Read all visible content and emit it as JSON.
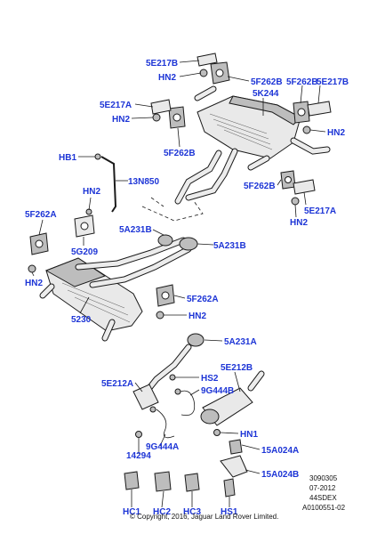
{
  "callouts": {
    "c5E217B_a": "5E217B",
    "cHN2_a": "HN2",
    "c5F262B_a": "5F262B",
    "c5F262B_b": "5F262B",
    "c5E217B_b": "5E217B",
    "c5K244": "5K244",
    "c5E217A_a": "5E217A",
    "cHN2_b": "HN2",
    "cHN2_c": "HN2",
    "c5F262B_c": "5F262B",
    "cHB1": "HB1",
    "c13N850": "13N850",
    "c5F262B_d": "5F262B",
    "c5E217A_b": "5E217A",
    "cHN2_d": "HN2",
    "cHN2_e": "HN2",
    "c5F262A_a": "5F262A",
    "c5A231B_a": "5A231B",
    "c5A231B_b": "5A231B",
    "c5G209": "5G209",
    "cHN2_f": "HN2",
    "c5F262A_b": "5F262A",
    "cHN2_g": "HN2",
    "c5230": "5230",
    "c5A231A_a": "5A231A",
    "c5E212B": "5E212B",
    "cHS2": "HS2",
    "c5E212A": "5E212A",
    "c9G444B": "9G444B",
    "cHN1": "HN1",
    "c9G444A": "9G444A",
    "c15A024A": "15A024A",
    "c14294": "14294",
    "c15A024B": "15A024B",
    "cHC1": "HC1",
    "cHC2": "HC2",
    "cHC3": "HC3",
    "cHS1": "HS1"
  },
  "meta": {
    "ref_number": "3090305",
    "date": "07-2012",
    "model_code": "44SDEX",
    "illustration_id": "A0100551-02",
    "copyright": "© Copyright, 2016, Jaguar Land Rover Limited."
  },
  "colors": {
    "callout_text": "#1d35d6",
    "line_art": "#1a1a1a"
  }
}
